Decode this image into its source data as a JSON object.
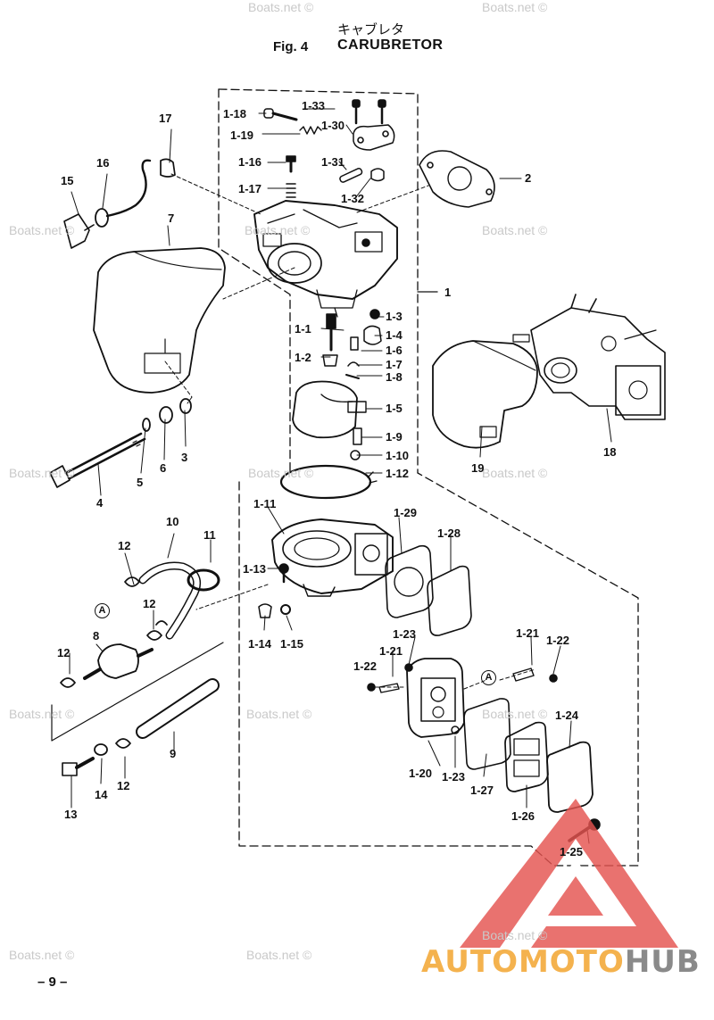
{
  "header": {
    "title_jp": "キャブレタ",
    "figure_no": "Fig. 4",
    "figure_name": "CARUBRETOR"
  },
  "watermark": "Boats.net ©",
  "page_number": "– 9 –",
  "brand": {
    "part1": "AUTOMOTO",
    "part2": "HUB",
    "color_orange": "#f4b24e",
    "color_gray": "#8a8a8a",
    "color_red": "#e4534f"
  },
  "ref_marks": [
    "A",
    "A",
    "A"
  ],
  "part_labels": [
    "1",
    "2",
    "3",
    "4",
    "5",
    "6",
    "7",
    "8",
    "9",
    "10",
    "11",
    "12",
    "12",
    "12",
    "12",
    "12",
    "13",
    "14",
    "15",
    "16",
    "17",
    "18",
    "19",
    "1-1",
    "1-2",
    "1-3",
    "1-4",
    "1-5",
    "1-6",
    "1-7",
    "1-8",
    "1-9",
    "1-10",
    "1-11",
    "1-12",
    "1-13",
    "1-14",
    "1-15",
    "1-16",
    "1-17",
    "1-18",
    "1-19",
    "1-20",
    "1-21",
    "1-21",
    "1-22",
    "1-22",
    "1-23",
    "1-23",
    "1-24",
    "1-25",
    "1-26",
    "1-27",
    "1-28",
    "1-29",
    "1-30",
    "1-31",
    "1-32",
    "1-33"
  ]
}
